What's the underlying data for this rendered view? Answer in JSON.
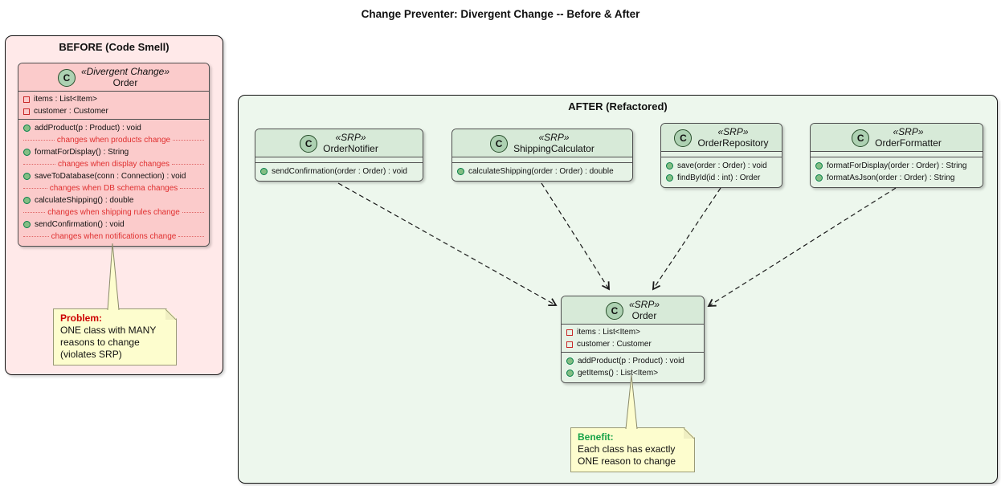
{
  "title": "Change Preventer: Divergent Change -- Before & After",
  "icons": {
    "class_letter": "C",
    "class_icon": "circled-C-class-icon",
    "field_icon": "private-field-square-icon",
    "method_icon": "public-method-circle-icon",
    "note_fold_icon": "folded-corner-icon"
  },
  "before": {
    "frame_title": "BEFORE (Code Smell)",
    "class": {
      "stereotype": "«Divergent Change»",
      "name": "Order",
      "attributes": [
        "items : List<Item>",
        "customer : Customer"
      ],
      "members": [
        {
          "kind": "method",
          "text": "addProduct(p : Product) : void"
        },
        {
          "kind": "divider",
          "text": "changes when products change"
        },
        {
          "kind": "method",
          "text": "formatForDisplay() : String"
        },
        {
          "kind": "divider",
          "text": "changes when display changes"
        },
        {
          "kind": "method",
          "text": "saveToDatabase(conn : Connection) : void"
        },
        {
          "kind": "divider",
          "text": "changes when DB schema changes"
        },
        {
          "kind": "method",
          "text": "calculateShipping() : double"
        },
        {
          "kind": "divider",
          "text": "changes when shipping rules change"
        },
        {
          "kind": "method",
          "text": "sendConfirmation() : void"
        },
        {
          "kind": "divider",
          "text": "changes when notifications change"
        }
      ]
    },
    "note": {
      "heading": "Problem:",
      "lines": [
        "ONE class with MANY",
        "reasons to change",
        "(violates SRP)"
      ]
    }
  },
  "after": {
    "frame_title": "AFTER (Refactored)",
    "classes": [
      {
        "stereotype": "«SRP»",
        "name": "OrderNotifier",
        "attributes": [],
        "members": [
          {
            "kind": "method",
            "text": "sendConfirmation(order : Order) : void"
          }
        ]
      },
      {
        "stereotype": "«SRP»",
        "name": "ShippingCalculator",
        "attributes": [],
        "members": [
          {
            "kind": "method",
            "text": "calculateShipping(order : Order) : double"
          }
        ]
      },
      {
        "stereotype": "«SRP»",
        "name": "OrderRepository",
        "attributes": [],
        "members": [
          {
            "kind": "method",
            "text": "save(order : Order) : void"
          },
          {
            "kind": "method",
            "text": "findById(id : int) : Order"
          }
        ]
      },
      {
        "stereotype": "«SRP»",
        "name": "OrderFormatter",
        "attributes": [],
        "members": [
          {
            "kind": "method",
            "text": "formatForDisplay(order : Order) : String"
          },
          {
            "kind": "method",
            "text": "formatAsJson(order : Order) : String"
          }
        ]
      },
      {
        "stereotype": "«SRP»",
        "name": "Order",
        "attributes": [
          "items : List<Item>",
          "customer : Customer"
        ],
        "members": [
          {
            "kind": "method",
            "text": "addProduct(p : Product) : void"
          },
          {
            "kind": "method",
            "text": "getItems() : List<Item>"
          }
        ]
      }
    ],
    "note": {
      "heading": "Benefit:",
      "lines": [
        "Each class has exactly",
        "ONE reason to change"
      ]
    },
    "dependencies": [
      {
        "from": "OrderNotifier",
        "to": "Order",
        "style": "dashed-arrow"
      },
      {
        "from": "ShippingCalculator",
        "to": "Order",
        "style": "dashed-arrow"
      },
      {
        "from": "OrderRepository",
        "to": "Order",
        "style": "dashed-arrow"
      },
      {
        "from": "OrderFormatter",
        "to": "Order",
        "style": "dashed-arrow"
      }
    ]
  },
  "colors": {
    "before_frame_bg": "#FFE9E9",
    "before_class_bg": "#FBCBCB",
    "after_frame_bg": "#EDF7ED",
    "after_class_header_bg": "#D7EAD8",
    "after_class_body_bg": "#E6F3E6",
    "class_icon_bg": "#ADD1B2",
    "note_bg": "#FDFDCE",
    "problem_heading": "#CC0000",
    "benefit_heading": "#18A349",
    "divider_text": "#E03030",
    "field_icon": "#C82828",
    "method_icon": "#84BE84"
  }
}
